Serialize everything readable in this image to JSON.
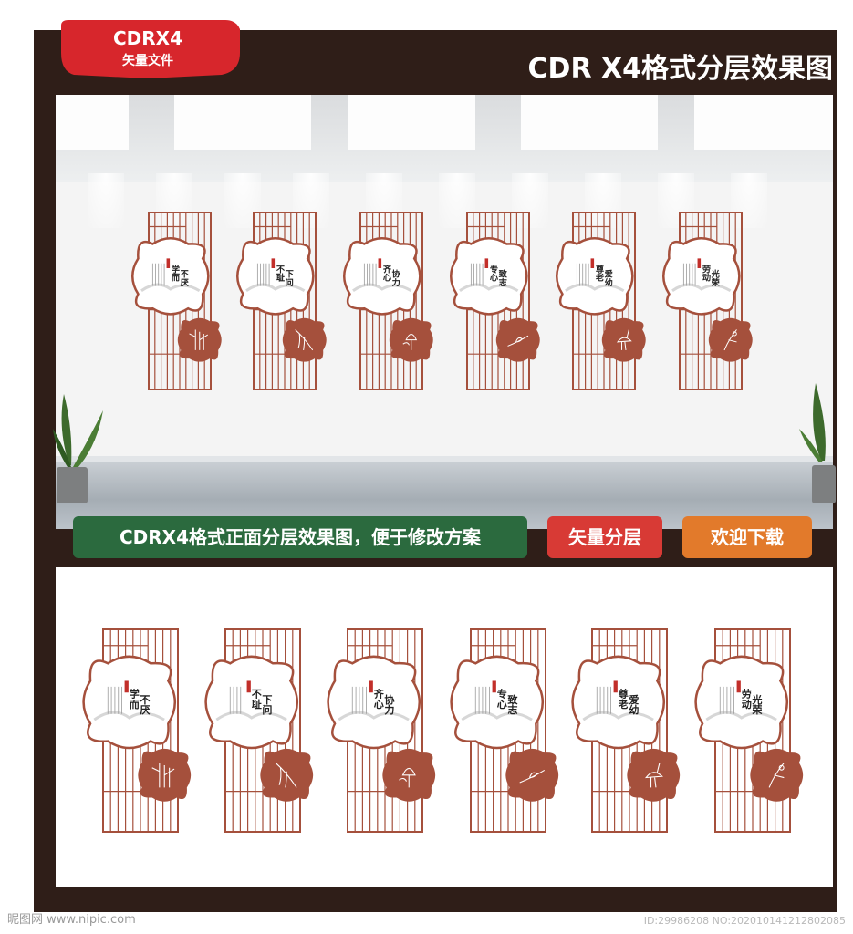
{
  "badge": {
    "title": "CDRX4",
    "subtitle": "矢量文件"
  },
  "header": {
    "title": "CDR X4格式分层效果图"
  },
  "banners": {
    "main": "CDRX4格式正面分层效果图，便于修改方案",
    "layers": "矢量分层",
    "download": "欢迎下载"
  },
  "panels": [
    {
      "title": "学而不厌",
      "motif_icon": "bamboo-icon"
    },
    {
      "title": "不耻下问",
      "motif_icon": "willow-icon"
    },
    {
      "title": "齐心协力",
      "motif_icon": "lotus-icon"
    },
    {
      "title": "专心致志",
      "motif_icon": "bird-on-branch-icon"
    },
    {
      "title": "尊老爱幼",
      "motif_icon": "crane-icon"
    },
    {
      "title": "劳动光荣",
      "motif_icon": "plum-blossom-icon"
    }
  ],
  "colors": {
    "panel": "#a5503c",
    "frame": "#2f1e18",
    "banner_green": "#2b6a3e",
    "banner_red": "#d83a35",
    "banner_orange": "#e27a2b"
  },
  "watermark": {
    "site": "昵图网 www.nipic.com",
    "id": "ID:29986208 NO:20201014121280208​5"
  }
}
